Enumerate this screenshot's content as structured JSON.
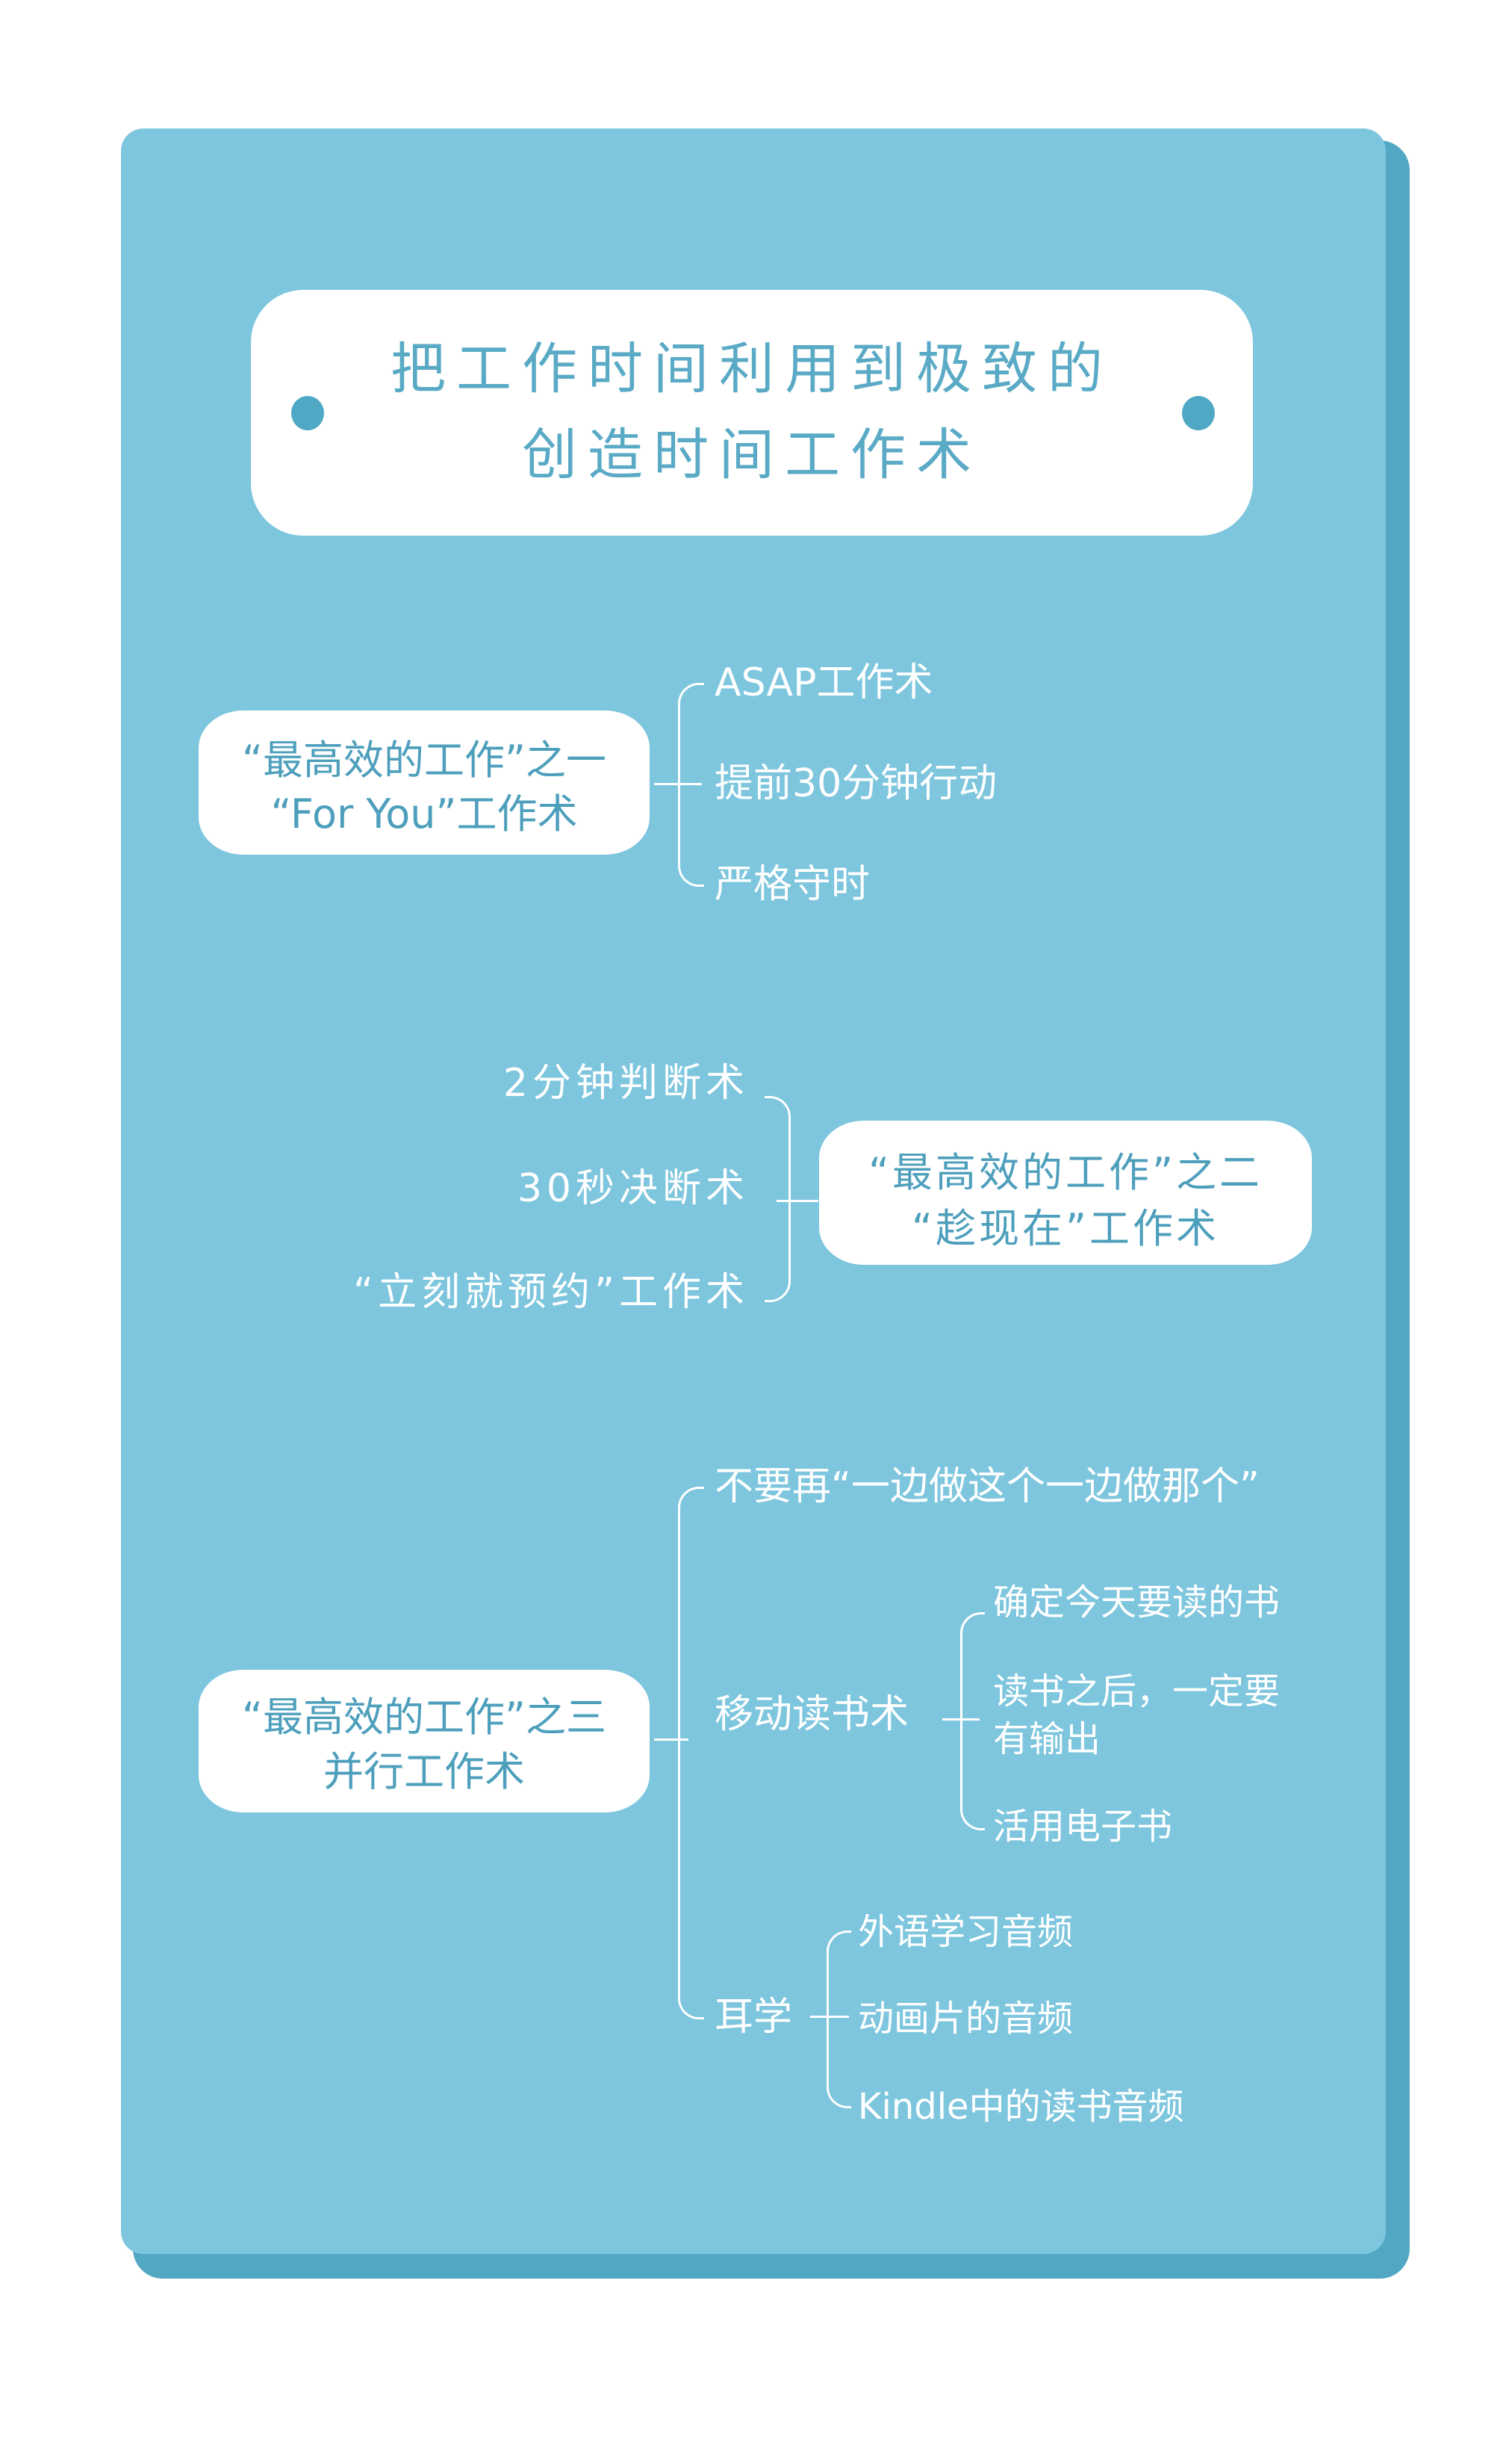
{
  "title": {
    "line1": "把工作时间利用到极致的",
    "line2": "创造时间工作术"
  },
  "colors": {
    "card": "#7dc6de",
    "card_edge": "#52a8c3",
    "box": "#ffffff",
    "box_text": "#4e9fbc",
    "branch_text": "#ffffff",
    "dot": "#4fa8c4"
  },
  "sections": [
    {
      "node": {
        "line1": "“最高效的工作”之一",
        "line2": "“For You”工作术"
      },
      "items": [
        "ASAP工作术",
        "提前30分钟行动",
        "严格守时"
      ]
    },
    {
      "node": {
        "line1": "“最高效的工作”之二",
        "line2": "“趁现在”工作术"
      },
      "items": [
        "2分钟判断术",
        "30秒决断术",
        "“立刻就预约”工作术"
      ]
    },
    {
      "node": {
        "line1": "“最高效的工作”之三",
        "line2": "并行工作术"
      },
      "items": [
        {
          "label": "不要再“一边做这个一边做那个”"
        },
        {
          "label": "移动读书术",
          "children": [
            "确定今天要读的书",
            "读书之后，一定要",
            "有输出",
            "活用电子书"
          ]
        },
        {
          "label": "耳学",
          "children": [
            "外语学习音频",
            "动画片的音频",
            "Kindle中的读书音频"
          ]
        }
      ]
    }
  ]
}
